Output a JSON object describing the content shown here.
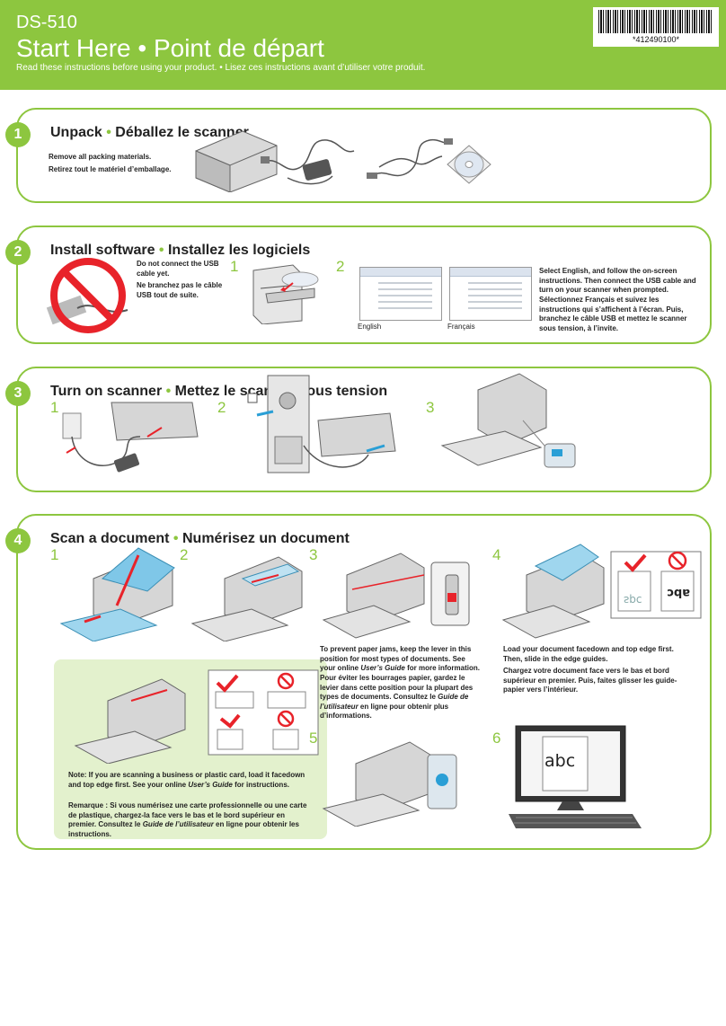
{
  "header": {
    "model": "DS-510",
    "title": "Start Here • Point de départ",
    "subtitle": "Read these instructions before using your product. • Lisez ces instructions avant d’utiliser votre produit.",
    "barcode_number": "*412490100*"
  },
  "section1": {
    "number": "1",
    "title_en": "Unpack",
    "sep": " • ",
    "title_fr": "Déballez le scanner",
    "text_en": "Remove all packing materials.",
    "text_fr": "Retirez tout le matériel d’emballage."
  },
  "section2": {
    "number": "2",
    "title_en": "Install software",
    "sep": " • ",
    "title_fr": "Installez les logiciels",
    "warn_en": "Do not connect the USB cable yet.",
    "warn_fr": "Ne branchez pas le câble USB tout de suite.",
    "step1": "1",
    "step2": "2",
    "caption_en": "English",
    "caption_fr": "Français",
    "instr_en_pre": "Select ",
    "instr_en_bold": "English",
    "instr_en_post": ", and follow the on-screen instructions. Then connect the USB cable and turn on your scanner when prompted.",
    "instr_fr_pre": "Sélectionnez ",
    "instr_fr_bold": "Français",
    "instr_fr_post": " et suivez les instructions qui s’affichent à l’écran. Puis, branchez le câble USB et mettez le scanner sous tension, à l’invite."
  },
  "section3": {
    "number": "3",
    "title_en": "Turn on scanner",
    "sep": " • ",
    "title_fr": "Mettez le scanner sous tension",
    "step1": "1",
    "step2": "2",
    "step3": "3"
  },
  "section4": {
    "number": "4",
    "title_en": "Scan a document",
    "sep": " • ",
    "title_fr": "Numérisez un document",
    "step1": "1",
    "step2": "2",
    "step3": "3",
    "step4": "4",
    "step5": "5",
    "step6": "6",
    "step3_en_1": "To prevent paper jams, keep the lever in this position for most types of documents. See your online ",
    "step3_en_italic": "User’s Guide",
    "step3_en_2": " for more information.",
    "step3_fr_1": "Pour éviter les bourrages papier, gardez le levier dans cette position pour la plupart des types de documents. Consultez le ",
    "step3_fr_italic": "Guide de l’utilisateur",
    "step3_fr_2": " en ligne pour obtenir plus d’informations.",
    "step4_en": "Load your document facedown and top edge first. Then, slide in the edge guides.",
    "step4_fr": "Chargez votre document face vers le bas et bord supérieur en premier. Puis, faites glisser les guide-papier vers l’intérieur.",
    "note_label": "Note:",
    "note_en_1": " If you are scanning a business or plastic card, load it facedown and top edge first. See your online ",
    "note_en_italic": "User’s Guide",
    "note_en_2": " for instructions.",
    "remarque_label": "Remarque :",
    "note_fr_1": " Si vous numérisez une carte professionnelle ou une carte de plastique, chargez-la face vers le bas et le bord supérieur en premier. Consultez le ",
    "note_fr_italic": "Guide de l’utilisateur",
    "note_fr_2": " en ligne pour obtenir les instructions.",
    "monitor_text": "abc",
    "doc_abc": "abc",
    "doc_abc_flipped": "abc"
  },
  "colors": {
    "brand_green": "#8dc63f",
    "note_bg": "#e3f1cd",
    "check_red": "#e8232a",
    "accent_blue": "#2a9fd6"
  }
}
